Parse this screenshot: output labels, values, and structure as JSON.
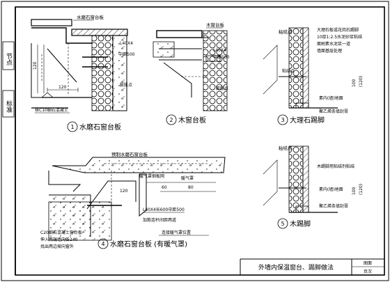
{
  "side_labels": {
    "top": "节点",
    "bottom": "标准"
  },
  "details": {
    "d1": {
      "no": "1",
      "title": "水磨石窗台板",
      "label_board": "水磨石窗台板",
      "label_angle": "L40X4",
      "label_spacing": "中距500",
      "label_bracket": "膨胀点",
      "label_lintel": "抹C10细石混凝土",
      "dim_a": "120",
      "dim_b": "120"
    },
    "d2": {
      "no": "2",
      "title": "木窗台板",
      "label_board": "木窗台板",
      "label_angle": "L40X4",
      "label_spacing": "中距500",
      "label_bracket": "膨胀点"
    },
    "d3": {
      "no": "3",
      "title": "大理石踢脚",
      "label_top": "粘结点",
      "notes": [
        "大理石板或花岗石踢脚",
        "10厚1:2.5水泥砂浆粘结",
        "面刷素水泥浆一道",
        "墙面基层处理"
      ],
      "label_anchor": "粘结点",
      "label_sill": "素内(墙)地面",
      "label_foam": "聚乙烯条填封膏",
      "dim_a": "100",
      "dim_b": "(120)"
    },
    "d4": {
      "no": "4",
      "title": "水磨石窗台板 (有暖气罩)",
      "label_board": "预制水磨石窗台板",
      "label_cover": "暖气罩",
      "label_grille": "暖气罩钢板网",
      "label_angle": "L40X4长600中距500",
      "label_bolt": "加筋连杆间距两道",
      "label_radiator": "连接暖气罩位置",
      "notes": [
        "C20细石混凝土窗台板",
        "伸入两端墙内各240",
        "找出两边坡向窗外"
      ],
      "dims": [
        "120",
        "60",
        "80"
      ]
    },
    "d5": {
      "no": "5",
      "title": "木踢脚",
      "label_top": "粘结点",
      "label_note": "木踢脚用粘结剂粘结",
      "label_sill": "素内(墙)地面",
      "label_foam": "聚乙烯条填封膏",
      "dim_a": "100",
      "dim_b": "(120)"
    }
  },
  "footer": {
    "title": "外墙内保温窗台、踢脚做法",
    "sheet_label": "图面",
    "page_label": "页次"
  }
}
